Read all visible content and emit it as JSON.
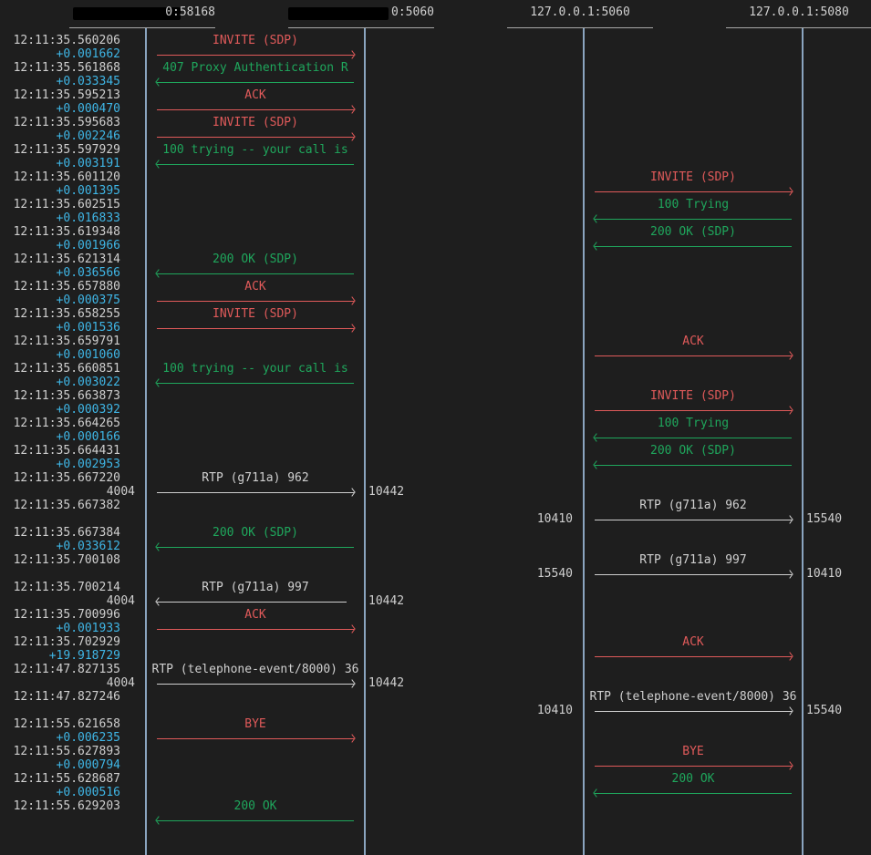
{
  "participants": [
    {
      "label": "0:58168",
      "redacted": true
    },
    {
      "label": "0:5060",
      "redacted": true
    },
    {
      "label": "127.0.0.1:5060",
      "redacted": false
    },
    {
      "label": "127.0.0.1:5080",
      "redacted": false
    }
  ],
  "colors": {
    "background": "#1e1e1e",
    "request": "#e05a5a",
    "response": "#1fa65c",
    "rtp": "#d0d0d0",
    "timestamp": "#cfcfcf",
    "delta": "#3fb6e6",
    "lifeline": "#8aa4bf"
  },
  "timeline": [
    {
      "row": 0,
      "text": "12:11:35.560206",
      "kind": "ts"
    },
    {
      "row": 1,
      "text": "+0.001662",
      "kind": "delta"
    },
    {
      "row": 2,
      "text": "12:11:35.561868",
      "kind": "ts"
    },
    {
      "row": 3,
      "text": "+0.033345",
      "kind": "delta"
    },
    {
      "row": 4,
      "text": "12:11:35.595213",
      "kind": "ts"
    },
    {
      "row": 5,
      "text": "+0.000470",
      "kind": "delta"
    },
    {
      "row": 6,
      "text": "12:11:35.595683",
      "kind": "ts"
    },
    {
      "row": 7,
      "text": "+0.002246",
      "kind": "delta"
    },
    {
      "row": 8,
      "text": "12:11:35.597929",
      "kind": "ts"
    },
    {
      "row": 9,
      "text": "+0.003191",
      "kind": "delta"
    },
    {
      "row": 10,
      "text": "12:11:35.601120",
      "kind": "ts"
    },
    {
      "row": 11,
      "text": "+0.001395",
      "kind": "delta"
    },
    {
      "row": 12,
      "text": "12:11:35.602515",
      "kind": "ts"
    },
    {
      "row": 13,
      "text": "+0.016833",
      "kind": "delta"
    },
    {
      "row": 14,
      "text": "12:11:35.619348",
      "kind": "ts"
    },
    {
      "row": 15,
      "text": "+0.001966",
      "kind": "delta"
    },
    {
      "row": 16,
      "text": "12:11:35.621314",
      "kind": "ts"
    },
    {
      "row": 17,
      "text": "+0.036566",
      "kind": "delta"
    },
    {
      "row": 18,
      "text": "12:11:35.657880",
      "kind": "ts"
    },
    {
      "row": 19,
      "text": "+0.000375",
      "kind": "delta"
    },
    {
      "row": 20,
      "text": "12:11:35.658255",
      "kind": "ts"
    },
    {
      "row": 21,
      "text": "+0.001536",
      "kind": "delta"
    },
    {
      "row": 22,
      "text": "12:11:35.659791",
      "kind": "ts"
    },
    {
      "row": 23,
      "text": "+0.001060",
      "kind": "delta"
    },
    {
      "row": 24,
      "text": "12:11:35.660851",
      "kind": "ts"
    },
    {
      "row": 25,
      "text": "+0.003022",
      "kind": "delta"
    },
    {
      "row": 26,
      "text": "12:11:35.663873",
      "kind": "ts"
    },
    {
      "row": 27,
      "text": "+0.000392",
      "kind": "delta"
    },
    {
      "row": 28,
      "text": "12:11:35.664265",
      "kind": "ts"
    },
    {
      "row": 29,
      "text": "+0.000166",
      "kind": "delta"
    },
    {
      "row": 30,
      "text": "12:11:35.664431",
      "kind": "ts"
    },
    {
      "row": 31,
      "text": "+0.002953",
      "kind": "delta"
    },
    {
      "row": 32,
      "text": "12:11:35.667220",
      "kind": "ts"
    },
    {
      "row": 34,
      "text": "12:11:35.667382",
      "kind": "ts"
    },
    {
      "row": 36,
      "text": "12:11:35.667384",
      "kind": "ts"
    },
    {
      "row": 37,
      "text": "+0.033612",
      "kind": "delta"
    },
    {
      "row": 38,
      "text": "12:11:35.700108",
      "kind": "ts"
    },
    {
      "row": 40,
      "text": "12:11:35.700214",
      "kind": "ts"
    },
    {
      "row": 42,
      "text": "12:11:35.700996",
      "kind": "ts"
    },
    {
      "row": 43,
      "text": "+0.001933",
      "kind": "delta"
    },
    {
      "row": 44,
      "text": "12:11:35.702929",
      "kind": "ts"
    },
    {
      "row": 45,
      "text": "+19.918729",
      "kind": "delta"
    },
    {
      "row": 46,
      "text": "12:11:47.827135",
      "kind": "ts"
    },
    {
      "row": 48,
      "text": "12:11:47.827246",
      "kind": "ts"
    },
    {
      "row": 50,
      "text": "12:11:55.621658",
      "kind": "ts"
    },
    {
      "row": 51,
      "text": "+0.006235",
      "kind": "delta"
    },
    {
      "row": 52,
      "text": "12:11:55.627893",
      "kind": "ts"
    },
    {
      "row": 53,
      "text": "+0.000794",
      "kind": "delta"
    },
    {
      "row": 54,
      "text": "12:11:55.628687",
      "kind": "ts"
    },
    {
      "row": 55,
      "text": "+0.000516",
      "kind": "delta"
    },
    {
      "row": 56,
      "text": "12:11:55.629203",
      "kind": "ts"
    }
  ],
  "messages": [
    {
      "row": 0,
      "pair": "left",
      "label": "INVITE (SDP)",
      "type": "req",
      "dir": "right"
    },
    {
      "row": 2,
      "pair": "left",
      "label": "407 Proxy Authentication R",
      "type": "rsp",
      "dir": "left"
    },
    {
      "row": 4,
      "pair": "left",
      "label": "ACK",
      "type": "req",
      "dir": "right"
    },
    {
      "row": 6,
      "pair": "left",
      "label": "INVITE (SDP)",
      "type": "req",
      "dir": "right"
    },
    {
      "row": 8,
      "pair": "left",
      "label": "100 trying -- your call is",
      "type": "rsp",
      "dir": "left"
    },
    {
      "row": 10,
      "pair": "right",
      "label": "INVITE (SDP)",
      "type": "req",
      "dir": "right"
    },
    {
      "row": 12,
      "pair": "right",
      "label": "100 Trying",
      "type": "rsp",
      "dir": "left"
    },
    {
      "row": 14,
      "pair": "right",
      "label": "200 OK (SDP)",
      "type": "rsp",
      "dir": "left"
    },
    {
      "row": 16,
      "pair": "left",
      "label": "200 OK (SDP)",
      "type": "rsp",
      "dir": "left"
    },
    {
      "row": 18,
      "pair": "left",
      "label": "ACK",
      "type": "req",
      "dir": "right"
    },
    {
      "row": 20,
      "pair": "left",
      "label": "INVITE (SDP)",
      "type": "req",
      "dir": "right"
    },
    {
      "row": 22,
      "pair": "right",
      "label": "ACK",
      "type": "req",
      "dir": "right"
    },
    {
      "row": 24,
      "pair": "left",
      "label": "100 trying -- your call is",
      "type": "rsp",
      "dir": "left"
    },
    {
      "row": 26,
      "pair": "right",
      "label": "INVITE (SDP)",
      "type": "req",
      "dir": "right"
    },
    {
      "row": 28,
      "pair": "right",
      "label": "100 Trying",
      "type": "rsp",
      "dir": "left"
    },
    {
      "row": 30,
      "pair": "right",
      "label": "200 OK (SDP)",
      "type": "rsp",
      "dir": "left"
    },
    {
      "row": 32,
      "pair": "left",
      "label": "RTP (g711a) 962",
      "type": "rtp",
      "dir": "right",
      "src_port": "4004",
      "dst_port": "10442"
    },
    {
      "row": 34,
      "pair": "right",
      "label": "RTP (g711a) 962",
      "type": "rtp",
      "dir": "right",
      "src_port": "10410",
      "dst_port": "15540"
    },
    {
      "row": 36,
      "pair": "left",
      "label": "200 OK (SDP)",
      "type": "rsp",
      "dir": "left"
    },
    {
      "row": 38,
      "pair": "right",
      "label": "RTP (g711a) 997",
      "type": "rtp",
      "dir": "right",
      "src_port": "15540",
      "dst_port": "10410"
    },
    {
      "row": 40,
      "pair": "left",
      "label": "RTP (g711a) 997",
      "type": "rtp",
      "dir": "left",
      "src_port": "4004",
      "dst_port": "10442",
      "short": true
    },
    {
      "row": 42,
      "pair": "left",
      "label": "ACK",
      "type": "req",
      "dir": "right"
    },
    {
      "row": 44,
      "pair": "right",
      "label": "ACK",
      "type": "req",
      "dir": "right"
    },
    {
      "row": 46,
      "pair": "left",
      "label": "RTP (telephone-event/8000) 36",
      "type": "rtp",
      "dir": "right",
      "src_port": "4004",
      "dst_port": "10442"
    },
    {
      "row": 48,
      "pair": "right",
      "label": "RTP (telephone-event/8000) 36",
      "type": "rtp",
      "dir": "right",
      "src_port": "10410",
      "dst_port": "15540"
    },
    {
      "row": 50,
      "pair": "left",
      "label": "BYE",
      "type": "req",
      "dir": "right"
    },
    {
      "row": 52,
      "pair": "right",
      "label": "BYE",
      "type": "req",
      "dir": "right"
    },
    {
      "row": 54,
      "pair": "right",
      "label": "200 OK",
      "type": "rsp",
      "dir": "left"
    },
    {
      "row": 56,
      "pair": "left",
      "label": "200 OK",
      "type": "rsp",
      "dir": "left"
    }
  ]
}
